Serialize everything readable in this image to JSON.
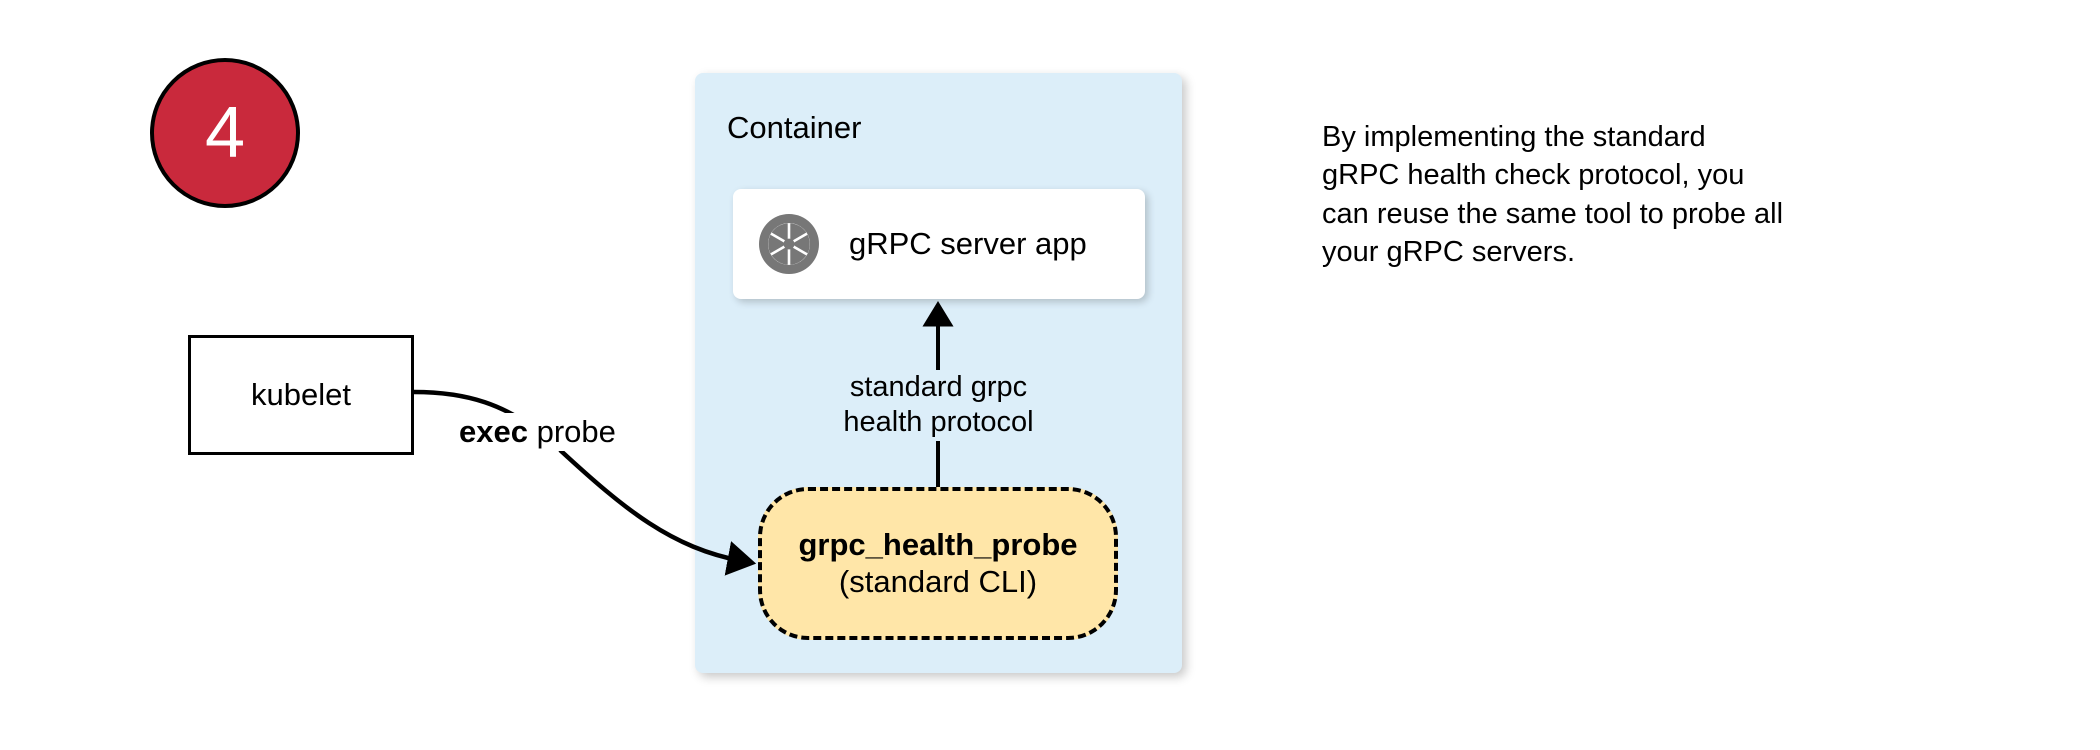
{
  "step": {
    "number": "4"
  },
  "kubelet": {
    "label": "kubelet"
  },
  "exec_probe_edge": {
    "label_bold": "exec",
    "label_rest": " probe",
    "icon": "curved-arrow-icon"
  },
  "container": {
    "title": "Container",
    "fill_color": "#DCEEF9",
    "server_card": {
      "label": "gRPC server app",
      "icon": "grpc-aperture-icon",
      "icon_color": "#777777",
      "fill_color": "#FFFFFF"
    },
    "protocol_edge": {
      "line1": "standard grpc",
      "line2": "health protocol",
      "icon": "up-arrow-icon"
    },
    "probe": {
      "title": "grpc_health_probe",
      "subtitle": "(standard CLI)",
      "fill_color": "#FFE6A8",
      "border_style": "dashed"
    }
  },
  "side_note": {
    "line1": "By implementing the standard",
    "line2": "gRPC health check protocol, you",
    "line3": "can reuse the same tool to probe all",
    "line4": "your gRPC servers."
  },
  "colors": {
    "badge": "#C9293C",
    "badge_text": "#FFFFFF",
    "stroke": "#000000",
    "canvas": "#FFFFFF"
  }
}
